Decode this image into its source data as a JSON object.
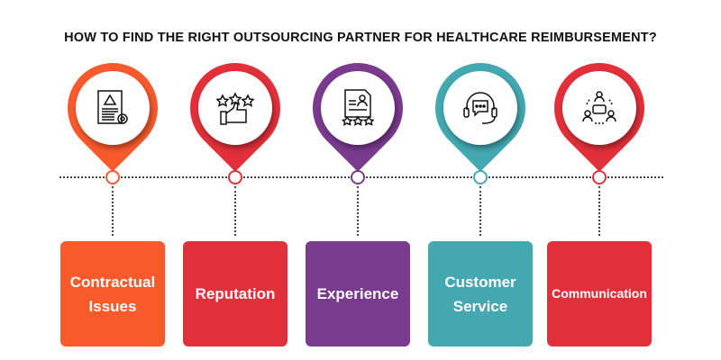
{
  "title": "HOW TO FIND THE RIGHT OUTSOURCING PARTNER FOR HEALTHCARE REIMBURSEMENT?",
  "steps": [
    {
      "label": "Contractual Issues",
      "icon": "contract-warning-gear-icon",
      "color": "#F95A2C"
    },
    {
      "label": "Reputation",
      "icon": "thumbs-up-stars-icon",
      "color": "#E2303A"
    },
    {
      "label": "Experience",
      "icon": "resume-stars-icon",
      "color": "#7A3A8E"
    },
    {
      "label": "Customer Service",
      "icon": "headset-chat-icon",
      "color": "#43A8B0"
    },
    {
      "label": "Communication",
      "icon": "group-chat-icon",
      "color": "#E2303A"
    }
  ]
}
